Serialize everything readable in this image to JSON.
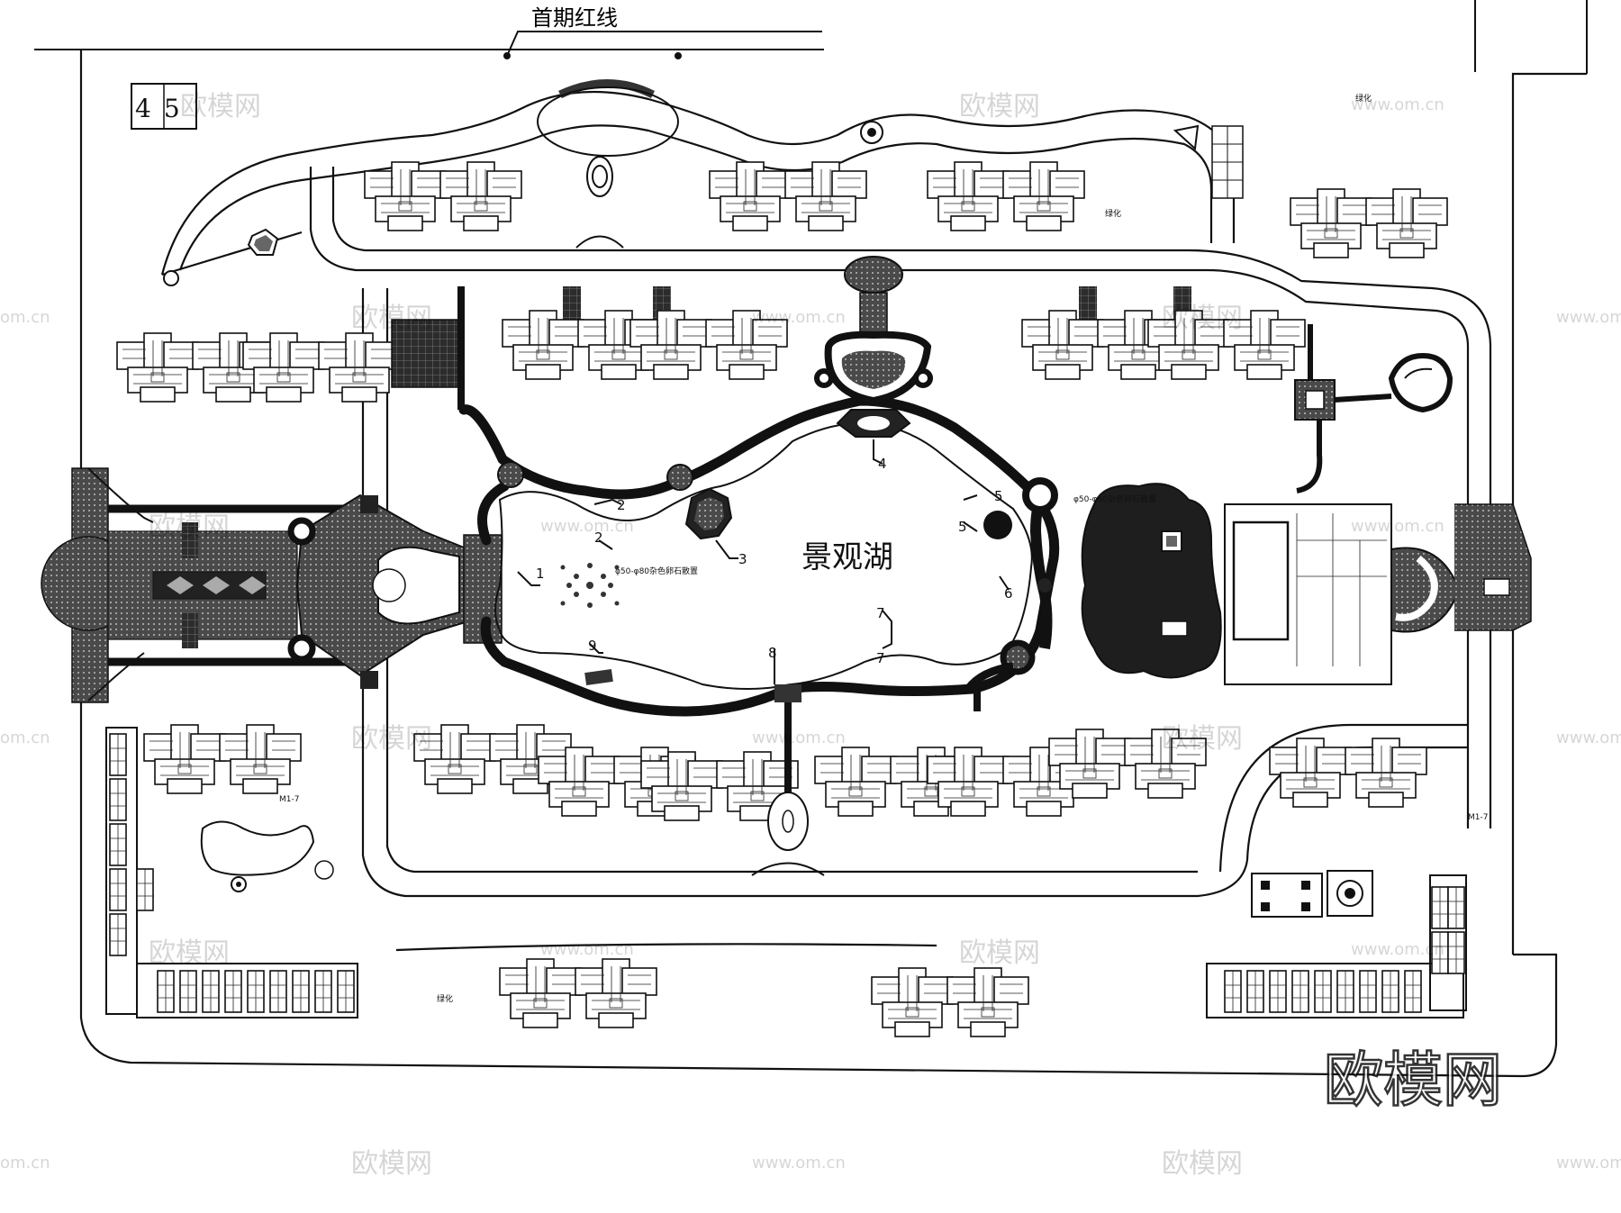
{
  "drawing": {
    "sheet_number": "45",
    "top_label": "首期红线",
    "lake_label": "景观湖",
    "stone_note_1": "φ50-φ80杂色卵石散置",
    "stone_note_2": "φ50-φ80杂色卵石散置",
    "green_label": "绿化",
    "unit_label": "M1-7",
    "callouts": [
      "1",
      "2",
      "2",
      "3",
      "4",
      "5",
      "5",
      "6",
      "7",
      "7",
      "8",
      "9"
    ]
  },
  "watermarks": {
    "brand": "欧模网",
    "url": "www.om.cn",
    "url_short": "om.cn",
    "brand_large": "欧模网"
  },
  "colors": {
    "ink": "#111111",
    "hatch": "#555555",
    "watermark": "#000000"
  }
}
